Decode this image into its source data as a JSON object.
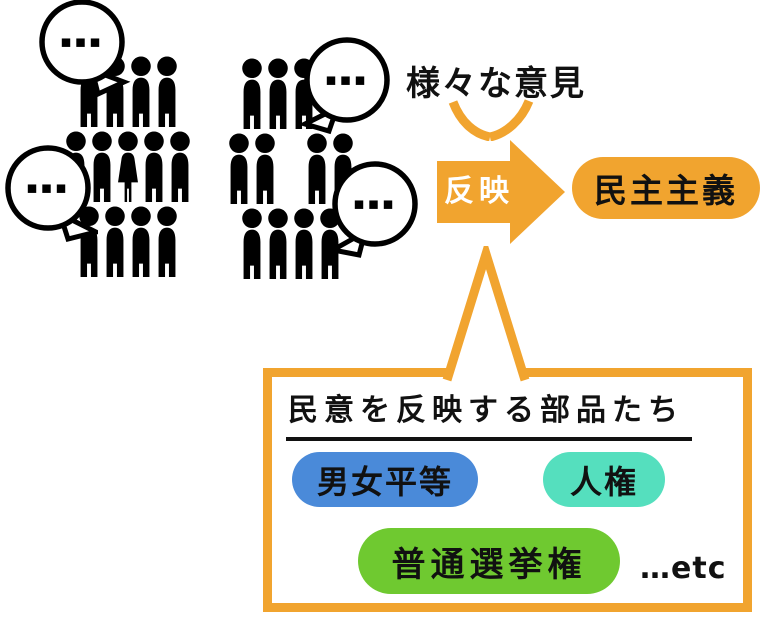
{
  "colors": {
    "orange": "#F1A42F",
    "blue": "#4A8AD9",
    "teal": "#55DFBE",
    "green": "#6FC930",
    "ink": "#111111"
  },
  "header": {
    "various_opinions_label": "様々な意見"
  },
  "flow": {
    "arrow_label": "反映",
    "result_label": "民主主義"
  },
  "speech": {
    "dots": "▪▪▪"
  },
  "crowds": [
    {
      "name": "crowd-left",
      "rows": [
        "mmmm",
        "mmfmm",
        "mmmm"
      ]
    },
    {
      "name": "crowd-right",
      "rows": [
        "mmm•",
        "mm•mm",
        "mmmm"
      ]
    }
  ],
  "components_box": {
    "title": "民意を反映する部品たち",
    "items": [
      {
        "label": "男女平等",
        "color": "#4A8AD9"
      },
      {
        "label": "人権",
        "color": "#55DFBE"
      },
      {
        "label": "普通選挙権",
        "color": "#6FC930"
      }
    ],
    "etc_label": "…etc"
  }
}
